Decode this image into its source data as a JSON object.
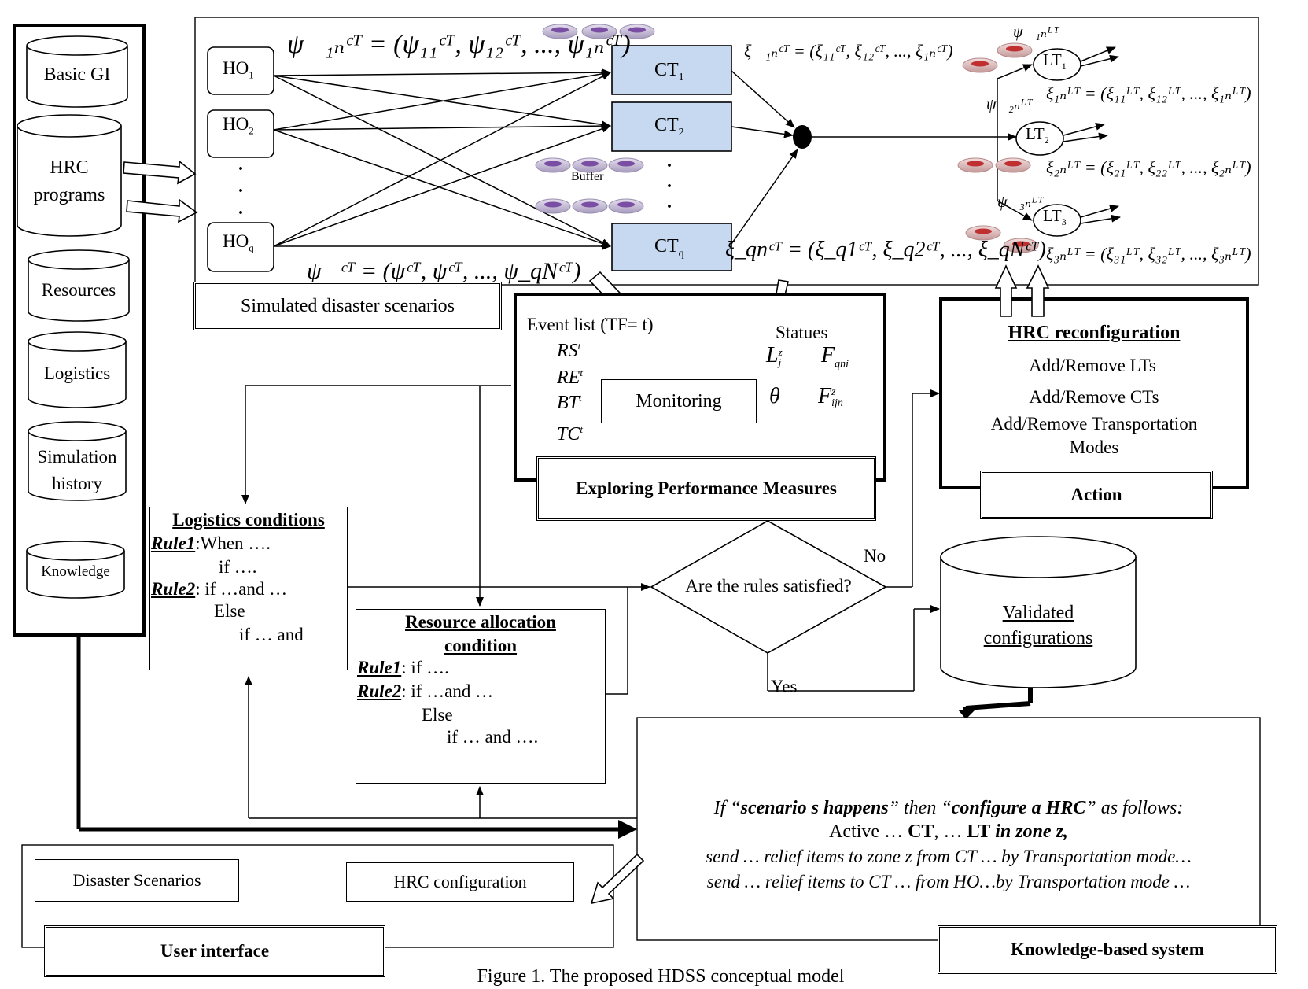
{
  "databases": {
    "basic_gi": "Basic GI",
    "hrc_programs_1": "HRC",
    "hrc_programs_2": "programs",
    "resources": "Resources",
    "logistics": "Logistics",
    "simulation_history_1": "Simulation",
    "simulation_history_2": "history",
    "knowledge": "Knowledge"
  },
  "scenarios": {
    "ho1": "HO",
    "ho1_sub": "1",
    "ho2": "HO",
    "ho2_sub": "2",
    "hoq": "HO",
    "hoq_sub": "q",
    "ct1": "CT",
    "ct1_sub": "1",
    "ct2": "CT",
    "ct2_sub": "2",
    "ctq": "CT",
    "ctq_sub": "q",
    "buffer": "Buffer",
    "lt1": "LT",
    "lt1_sub": "1",
    "lt2": "LT",
    "lt2_sub": "2",
    "lt3": "LT",
    "lt3_sub": "3",
    "psi_top": "ψ⃗₁ₙᶜᵀ = (ψ₁₁ᶜᵀ, ψ₁₂ᶜᵀ, ..., ψ₁ₙᶜᵀ)",
    "psi_bottom": "ψ⃗ᶜᵀ = (ψᶜᵀ, ψᶜᵀ, ..., ψ_qNᶜᵀ)",
    "xi_ct1": "ξ⃗₁ₙᶜᵀ = (ξ₁₁ᶜᵀ, ξ₁₂ᶜᵀ, ..., ξ₁ₙᶜᵀ)",
    "xi_ctq": "ξ_qnᶜᵀ = (ξ_q1ᶜᵀ, ξ_q2ᶜᵀ, ..., ξ_qNᶜᵀ)",
    "psi_lt1": "ψ⃗₁ₙᴸᵀ",
    "psi_lt2": "ψ⃗₂ₙᴸᵀ",
    "psi_lt3": "ψ⃗₃ₙᴸᵀ",
    "xi_lt1": "ξ₁ₙᴸᵀ = (ξ₁₁ᴸᵀ, ξ₁₂ᴸᵀ, ..., ξ₁ₙᴸᵀ)",
    "xi_lt2": "ξ₂ₙᴸᵀ = (ξ₂₁ᴸᵀ, ξ₂₂ᴸᵀ, ..., ξ₂ₙᴸᵀ)",
    "xi_lt3": "ξ₃ₙᴸᵀ = (ξ₃₁ᴸᵀ, ξ₃₂ᴸᵀ, ..., ξ₃ₙᴸᵀ)",
    "dot": "."
  },
  "labels": {
    "simulated": "Simulated disaster scenarios",
    "event_list": "Event list (TF= t)",
    "statues": "Statues",
    "rs": "RS",
    "re": "RE",
    "bt": "BT",
    "tc": "TC",
    "sup_t": "t",
    "monitoring": "Monitoring",
    "l": "L",
    "l_sup": "z",
    "l_sub": "j",
    "f1": "F",
    "f1_sub": "qni",
    "theta": "θ",
    "f2": "F",
    "f2_sup": "z",
    "f2_sub": "ijn",
    "exploring": "Exploring Performance Measures",
    "hrc_reconfig": "HRC reconfiguration",
    "add_lts": "Add/Remove LTs",
    "add_cts": "Add/Remove CTs",
    "add_tm_1": "Add/Remove Transportation",
    "add_tm_2": "Modes",
    "action": "Action",
    "logistics_title": "Logistics conditions",
    "log_rule1_label": "Rule1",
    "log_rule1_text": ":When ….",
    "log_if": "if ….",
    "log_rule2_label": "Rule2",
    "log_rule2_text": ": if …and …",
    "log_else": "Else",
    "log_if_and": "if … and",
    "res_title_1": "Resource allocation",
    "res_title_2": "condition",
    "res_rule1_label": "Rule1",
    "res_rule1_text": ":  if ….",
    "res_rule2_label": "Rule2",
    "res_rule2_text": ": if …and …",
    "res_else": "Else",
    "res_if_and": "if … and ….",
    "decision": "Are the rules satisfied?",
    "no": "No",
    "yes": "Yes",
    "validated_1": "Validated",
    "validated_2": "configurations",
    "kb_if": "If “",
    "kb_scenario": "scenario s happens",
    "kb_then": "” then “",
    "kb_configure": "configure a HRC",
    "kb_follows": "” as follows:",
    "kb_active": "Active  … ",
    "kb_ct": "CT",
    "kb_comma": ", … ",
    "kb_lt": "LT",
    "kb_zone": " in zone z,",
    "kb_send1": "send … relief items to zone z  from CT … by Transportation mode…",
    "kb_send2": "send … relief items to CT … from HO…by Transportation mode …",
    "disaster_scenarios": "Disaster Scenarios",
    "hrc_configuration": "HRC configuration",
    "user_interface": "User interface",
    "kb_system": "Knowledge-based system",
    "caption": "Figure 1. The proposed HDSS conceptual model"
  }
}
